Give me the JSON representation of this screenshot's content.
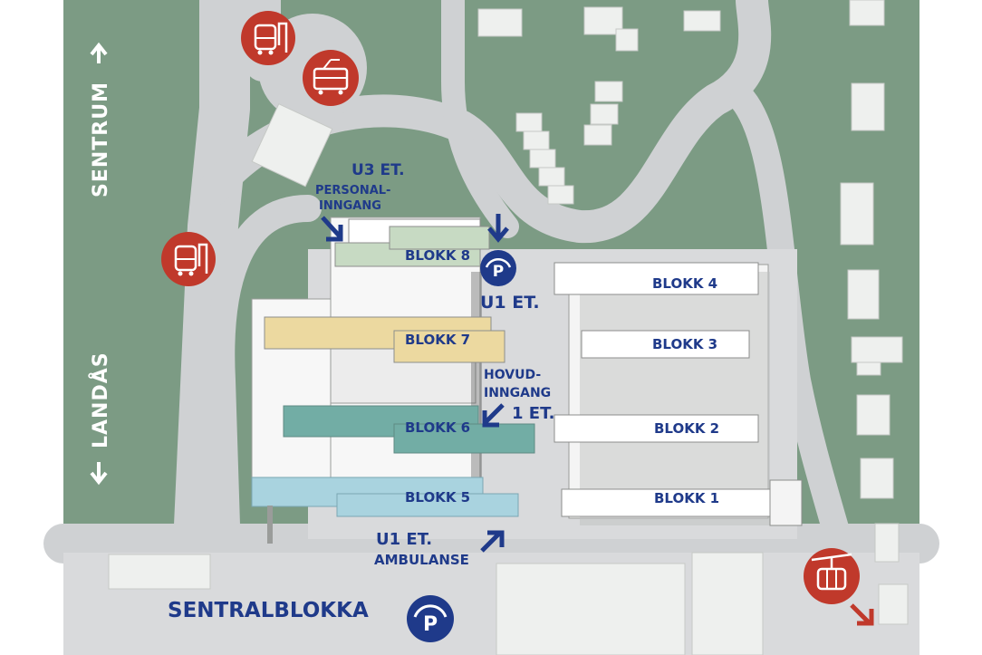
{
  "map": {
    "colors": {
      "grass": "#7c9b84",
      "road": "#cfd1d3",
      "building": "#f4f4f4",
      "label": "#1f3a8a",
      "transit_marker": "#c0392b",
      "blokk7": "#ecd9a0",
      "blokk6": "#72ada5",
      "blokk5": "#a9d3df",
      "blokk8": "#c7dac3"
    },
    "directions": {
      "sentrum": "SENTRUM",
      "landas": "LANDÅS"
    },
    "blocks": {
      "blokk1": "BLOKK 1",
      "blokk2": "BLOKK 2",
      "blokk3": "BLOKK 3",
      "blokk4": "BLOKK 4",
      "blokk5": "BLOKK 5",
      "blokk6": "BLOKK 6",
      "blokk7": "BLOKK 7",
      "blokk8": "BLOKK 8"
    },
    "entrances": {
      "u3_level": "U3 ET.",
      "staff_line1": "PERSONAL-",
      "staff_line2": "INNGANG",
      "parking_level": "U1 ET.",
      "main_line1": "HOVUD-",
      "main_line2": "INNGANG",
      "main_level": "1 ET.",
      "ambulance_level": "U1 ET.",
      "ambulance": "AMBULANSE"
    },
    "title": "SENTRALBLOKKA",
    "icons": [
      "bus-icon",
      "tram-icon",
      "bus-icon",
      "cable-car-icon",
      "parking-icon",
      "parking-icon"
    ]
  }
}
